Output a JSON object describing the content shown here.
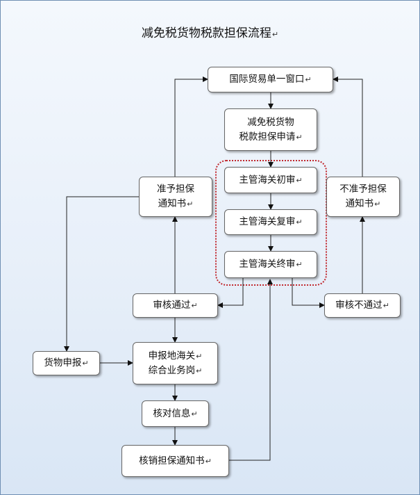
{
  "title": "减免税货物税款担保流程",
  "para_mark": "↵",
  "nodes": {
    "window": "国际贸易单一窗口",
    "apply_l1": "减免税货物",
    "apply_l2": "税款担保申请",
    "first": "主管海关初审",
    "second": "主管海关复审",
    "final": "主管海关终审",
    "approve_l1": "准予担保",
    "approve_l2": "通知书",
    "reject_l1": "不准予担保",
    "reject_l2": "通知书",
    "pass": "审核通过",
    "fail": "审核不通过",
    "declare": "货物申报",
    "local_l1": "申报地海关",
    "local_l2": "综合业务岗",
    "check": "核对信息",
    "cancel": "核销担保通知书"
  }
}
